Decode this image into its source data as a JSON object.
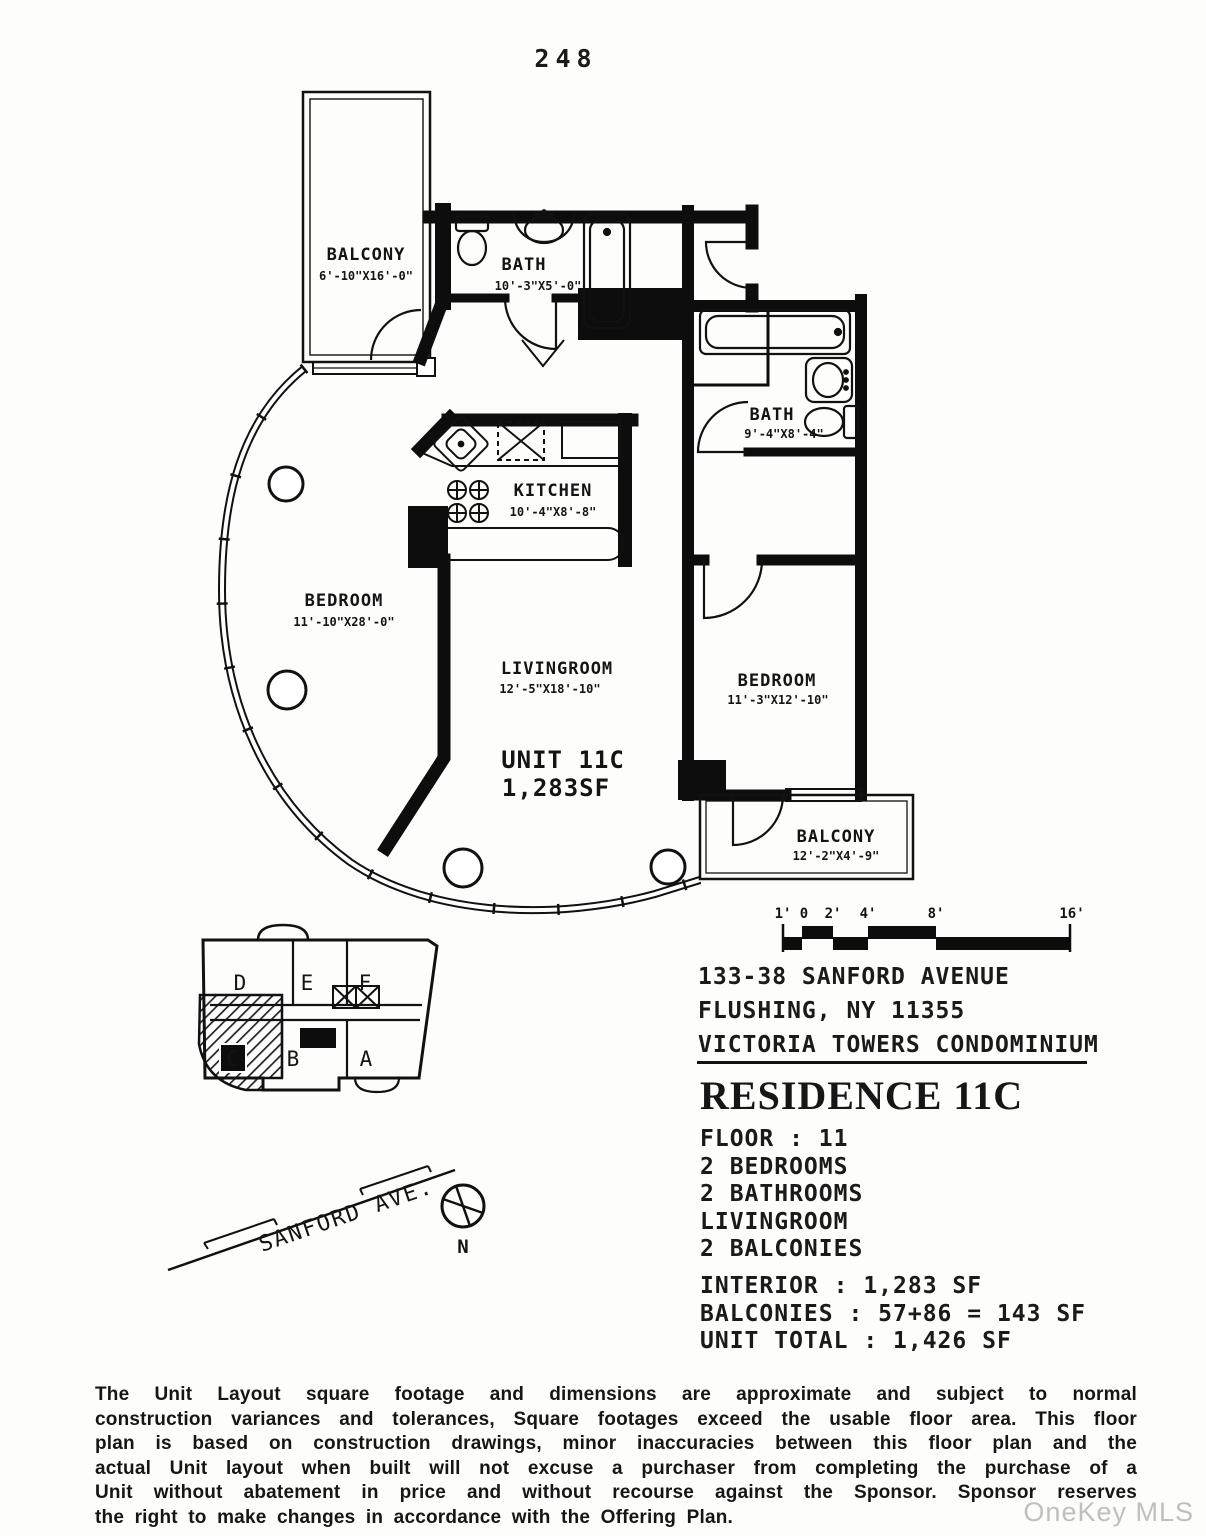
{
  "page": {
    "number": "248",
    "watermark": "OneKey MLS"
  },
  "floor_plan": {
    "unit": {
      "label": "UNIT 11C",
      "area": "1,283SF"
    },
    "balcony_upper": {
      "name": "BALCONY",
      "dims": "6'-10\"X16'-0\""
    },
    "bath_top": {
      "name": "BATH",
      "dims": "10'-3\"X5'-0\""
    },
    "bath_right": {
      "name": "BATH",
      "dims": "9'-4\"X8'-4\""
    },
    "kitchen": {
      "name": "KITCHEN",
      "dims": "10'-4\"X8'-8\""
    },
    "bedroom_left": {
      "name": "BEDROOM",
      "dims": "11'-10\"X28'-0\""
    },
    "livingroom": {
      "name": "LIVINGROOM",
      "dims": "12'-5\"X18'-10\""
    },
    "bedroom_right": {
      "name": "BEDROOM",
      "dims": "11'-3\"X12'-10\""
    },
    "balcony_lower": {
      "name": "BALCONY",
      "dims": "12'-2\"X4'-9\""
    }
  },
  "key_plan": {
    "sections": [
      "D",
      "E",
      "F",
      "C",
      "B",
      "A"
    ],
    "highlighted": "C"
  },
  "scale_bar": {
    "labels": [
      "1'",
      "0",
      "2'",
      "4'",
      "8'",
      "16'"
    ]
  },
  "street": {
    "name": "SANFORD AVE.",
    "compass": "N"
  },
  "address": {
    "line1": "133-38 SANFORD AVENUE",
    "line2": "FLUSHING, NY 11355",
    "line3": "VICTORIA TOWERS CONDOMINIUM"
  },
  "residence": {
    "title": "RESIDENCE 11C",
    "specs": [
      "FLOOR : 11",
      "2 BEDROOMS",
      "2 BATHROOMS",
      "LIVINGROOM",
      "2 BALCONIES"
    ],
    "areas": [
      "INTERIOR : 1,283 SF",
      "BALCONIES : 57+86 = 143 SF",
      "UNIT TOTAL : 1,426 SF"
    ]
  },
  "disclaimer": {
    "lines": [
      "The Unit Layout square footage and dimensions are approximate and subject to normal",
      "construction variances and tolerances, Square footages exceed the usable floor area. This floor",
      "plan is based on construction drawings, minor inaccuracies between this floor plan and the",
      "actual Unit layout when built will not excuse a purchaser from completing the purchase of a",
      "Unit without abatement in price and without recourse against the Sponsor. Sponsor reserves",
      "the right to make changes in accordance with the Offering Plan."
    ]
  },
  "colors": {
    "ink": "#111111",
    "paper": "#fdfdfc",
    "watermark": "#bfbfbf"
  }
}
